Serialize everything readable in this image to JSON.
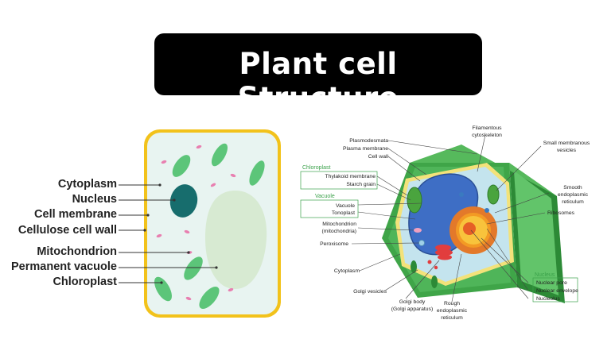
{
  "title": "Plant cell Structure",
  "colors": {
    "cell_wall": "#f2c21b",
    "cytoplasm": "#e8f4f1",
    "nucleus": "#176d6d",
    "chloroplast": "#5cc579",
    "vacuole": "#d7ead2",
    "organelle_dots": "#e87fb0",
    "accent_green": "#3aa14a"
  },
  "simple_diagram": {
    "labels": [
      "Cytoplasm",
      "Nucleus",
      "Cell membrane",
      "Cellulose cell wall",
      "Mitochondrion",
      "Permanent vacuole",
      "Chloroplast"
    ]
  },
  "detailed_diagram": {
    "labels_left": {
      "plasmodesmata": "Plasmodesmata",
      "plasma_membrane": "Plasma membrane",
      "cell_wall": "Cell wall",
      "chloroplast_header": "Chloroplast",
      "thylakoid_membrane": "Thylakoid membrane",
      "starch_grain": "Starch grain",
      "vacuole_header": "Vacuole",
      "vacuole": "Vacuole",
      "tonoplast": "Tonoplast",
      "mitochondrion_1": "Mitochondrion",
      "mitochondrion_2": "(mitochondria)",
      "peroxisome": "Peroxisome",
      "cytoplasm": "Cytoplasm",
      "golgi_vesicles": "Golgi vesicles",
      "golgi_body_1": "Golgi body",
      "golgi_body_2": "(Golgi apparatus)",
      "rough_er_1": "Rough",
      "rough_er_2": "endoplasmic",
      "rough_er_3": "reticulum"
    },
    "labels_right": {
      "filamentous_1": "Filamentous",
      "filamentous_2": "cytoskeleton",
      "small_vesicles_1": "Small membranous",
      "small_vesicles_2": "vesicles",
      "smooth_er_1": "Smooth",
      "smooth_er_2": "endoplasmic",
      "smooth_er_3": "reticulum",
      "ribosomes": "Ribosomes",
      "nucleus_header": "Nucleus",
      "nuclear_pore": "Nuclear pore",
      "nuclear_envelope": "Nuclear envelope",
      "nucleolus": "Nucleolus"
    }
  }
}
